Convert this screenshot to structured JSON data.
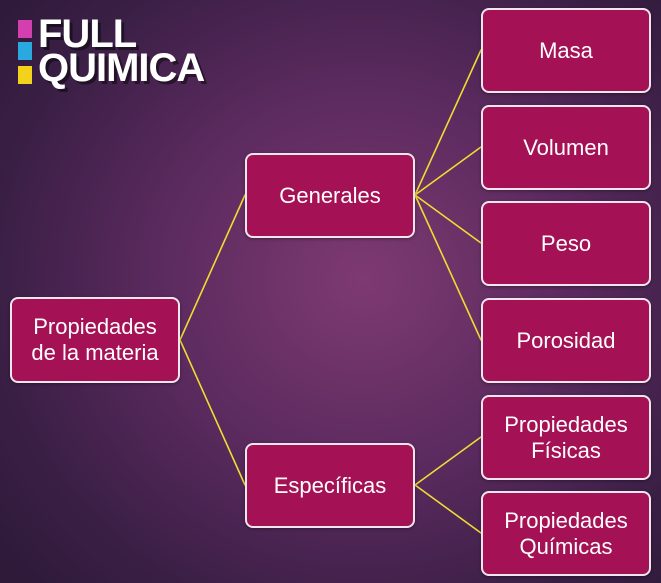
{
  "logo": {
    "line1": "FULL",
    "line2": "QUIMICA"
  },
  "colors": {
    "node_fill": "#a41255",
    "node_border": "#f2e6ee",
    "connector": "#f0dc30",
    "logo_square_top": "#d43fb0",
    "logo_square_middle": "#2aa8e0",
    "logo_square_bottom": "#f2d21a"
  },
  "diagram": {
    "root": "Propiedades\nde la materia",
    "generales": {
      "label": "Generales",
      "children": [
        "Masa",
        "Volumen",
        "Peso",
        "Porosidad"
      ]
    },
    "especificas": {
      "label": "Específicas",
      "children": [
        "Propiedades\nFísicas",
        "Propiedades\nQuímicas"
      ]
    }
  }
}
